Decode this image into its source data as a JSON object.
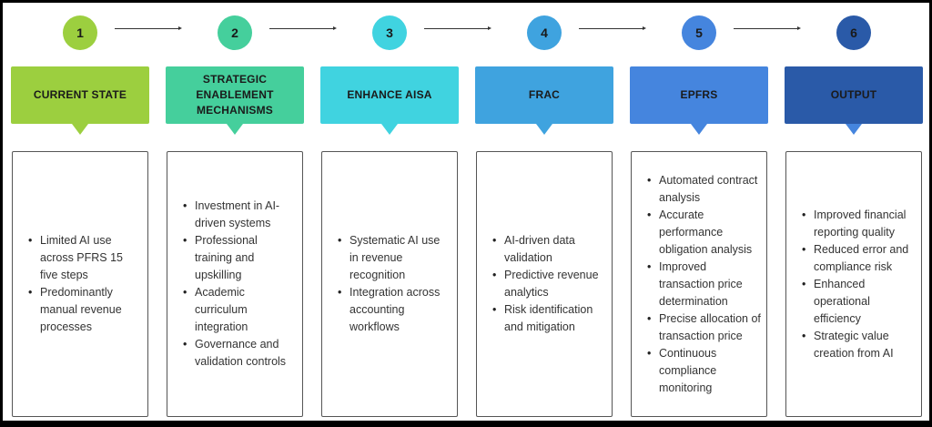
{
  "diagram": {
    "type": "process-flow",
    "connector": "arrow",
    "steps": [
      {
        "number": "1",
        "title": "CURRENT STATE",
        "color": "#9ccf3f",
        "items": [
          "Limited AI use across PFRS 15 five steps",
          "Predominantly manual revenue processes"
        ]
      },
      {
        "number": "2",
        "title": "STRATEGIC ENABLEMENT MECHANISMS",
        "color": "#45cf9c",
        "items": [
          "Investment in AI-driven systems",
          "Professional training and upskilling",
          "Academic curriculum integration",
          "Governance and validation controls"
        ]
      },
      {
        "number": "3",
        "title": "ENHANCE AISA",
        "color": "#40d3e0",
        "items": [
          "Systematic AI use in revenue recognition",
          "Integration across accounting workflows"
        ]
      },
      {
        "number": "4",
        "title": "FRAC",
        "color": "#3fa3df",
        "items": [
          "AI-driven data validation",
          "Predictive revenue analytics",
          "Risk identification and mitigation"
        ]
      },
      {
        "number": "5",
        "title": "EPFRS",
        "color": "#4585de",
        "items": [
          "Automated contract analysis",
          "Accurate performance obligation analysis",
          "Improved transaction price determination",
          "Precise allocation of transaction price",
          "Continuous compliance monitoring"
        ]
      },
      {
        "number": "6",
        "title": "OUTPUT",
        "color": "#2a5aa8",
        "pointer_color": "#4585de",
        "items": [
          "Improved financial reporting quality",
          "Reduced error and compliance risk",
          "Enhanced operational efficiency",
          "Strategic value creation from AI"
        ]
      }
    ]
  }
}
